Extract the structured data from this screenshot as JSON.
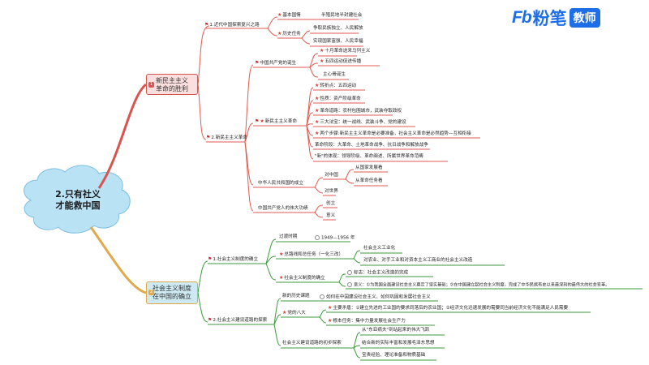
{
  "logo": {
    "mark": "Fb",
    "name": "粉笔",
    "tag": "教师"
  },
  "center": {
    "line1": "2.只有社义",
    "line2": "才能救中国"
  },
  "branch1": {
    "badge": "1",
    "line1": "新民主主义",
    "line2": "革命的胜利",
    "sub1": {
      "label": "1.近代中国探索复兴之路",
      "n_guoqing": "基本国情",
      "v_guoqing": "半殖民地半封建社会",
      "n_renwu": "历史任务",
      "v_renwu1": "争取民族独立、人民解放",
      "v_renwu2": "实现国家富强、人民幸福"
    },
    "sub2": {
      "label": "2.新民主主义革命",
      "dansheng": "中国共产党的诞生",
      "d1": "十月革命送来马列主义",
      "d2": "五四运动促进传播",
      "d3": "主心骨诞生",
      "geming": "新民主主义革命",
      "g1": "转折点：五四运动",
      "g2": "性质：资产阶级革命",
      "g3": "革命道路：农村包围城市，武装夺取政权",
      "g4": "三大法宝：统一战线、武装斗争、党的建设",
      "g5": "两个步骤:新民主主义革命是必要准备，社会主义革命是必然趋势—互相衔接",
      "g6": "革命阶段：大革命、土地革命战争、抗日战争和解放战争",
      "g7": "\"新\"的体现：领导阶级、革命阐述、所属世界革命范畴",
      "chengli": "中华人民共和国的成立",
      "c_zhongguo": "对中国",
      "c_z1": "从国家发展看",
      "c_z2": "从革命任务看",
      "c_shijie": "对世界",
      "gongxian": "中国共产党人的伟大功绩",
      "gx1": "创立",
      "gx2": "意义"
    }
  },
  "branch2": {
    "badge": "2",
    "line1": "社会主义制度",
    "line2": "在中国的确立",
    "sub1": {
      "label": "1.社会主义制度的确立",
      "guodu": "过渡时期",
      "guodu_v": "1949—1956 年",
      "zongluxian": "总路线和总任务（一化三改）",
      "z1": "社会主义工业化",
      "z2": "对农业、对手工业和对资本主义工商业的社会主义改造",
      "queli": "社会主义制度的确立",
      "biaozhi": "标志：社会主义改造的完成",
      "yiyi": "意义：①为我国全面建设社会主义奠定了坚实基础；②在中国建立起社会主义制度，完成了中华民族有史以来最深刻的最伟大的社会变革。"
    },
    "sub2": {
      "label": "2.社会主义建设道路的探索",
      "keti": "新的历史课题",
      "keti_v": "如何在中国建设社会主义、如何巩固和发展社会主义",
      "bada": "党的八大",
      "maodun": "主要矛盾：①建立先进的工业国的要求同落后的农业国；②经济文化迅速发展的需要同当前经济文化不能满足人民需要",
      "renwu": "根本任务：集中力量发展社会生产力",
      "chubu": "社会主义建设道路的初步探索",
      "cb1": "从\"东亚病夫\"到站起来的伟大飞跃",
      "cb2": "结合新的实际丰富和发展毛泽东思想",
      "cb3": "宝贵经验、理论准备和物质基础"
    }
  }
}
